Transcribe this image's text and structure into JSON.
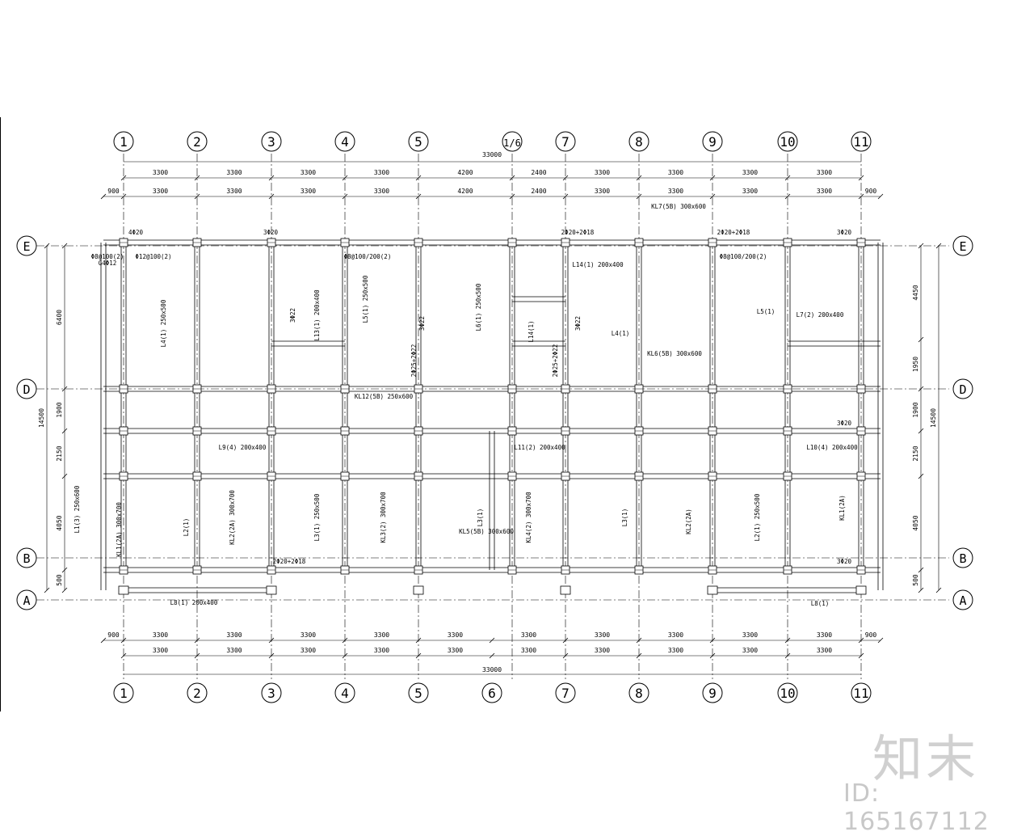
{
  "drawing": {
    "axis_top": [
      "1",
      "2",
      "3",
      "4",
      "5",
      "1/6",
      "7",
      "8",
      "9",
      "10",
      "11"
    ],
    "axis_bottom": [
      "1",
      "2",
      "3",
      "4",
      "5",
      "6",
      "7",
      "8",
      "9",
      "10",
      "11"
    ],
    "axis_rows": [
      "E",
      "D",
      "B",
      "A"
    ],
    "dims_top_outer": [
      "3300",
      "3300",
      "3300",
      "3300",
      "4200",
      "2400",
      "3300",
      "3300",
      "3300",
      "3300"
    ],
    "dims_top_inner": [
      "3300",
      "3300",
      "3300",
      "3300",
      "4200",
      "2400",
      "3300",
      "3300",
      "3300",
      "3300"
    ],
    "dims_total": "33000",
    "dims_edge": "900",
    "dims_bottom_outer": [
      "3300",
      "3300",
      "3300",
      "3300",
      "3300",
      "3300",
      "3300",
      "3300",
      "3300",
      "3300"
    ],
    "dims_bottom_inner": [
      "3300",
      "3300",
      "3300",
      "3300",
      "3300",
      "3300",
      "3300",
      "3300",
      "3300",
      "3300"
    ],
    "dims_left": [
      "6400",
      "1900",
      "2150",
      "4050",
      "500"
    ],
    "dims_right": [
      "4450",
      "1950",
      "1900",
      "2150",
      "4050",
      "500"
    ],
    "dims_height_total": "14500",
    "annotations": [
      "4Φ20",
      "3Φ20",
      "3Φ20",
      "2Φ20+2Φ18",
      "2Φ20+2Φ18",
      "3Φ20",
      "Φ12@100(2)",
      "Φ8@100/200(2)",
      "Φ8@100/200(2)",
      "G4Φ12",
      "Φ8@100(2)",
      "L4(1) 250x500",
      "L5(1) 250x500",
      "L6(1) 250x500",
      "L13(1) 200x400",
      "L14(1) 200x400",
      "L7(2) 200x400",
      "L5(1)",
      "L4(1)",
      "L14(1)",
      "KL7(5B) 300x600",
      "KL6(5B) 300x600",
      "KL12(5B) 250x600",
      "L9(4) 200x400",
      "L11(2) 200x400",
      "L10(4) 200x400",
      "KL2(2A) 300x700",
      "L3(1) 250x500",
      "KL3(2) 300x700",
      "KL4(2) 300x700",
      "KL5(5B) 300x600",
      "L3(1)",
      "L3(1)",
      "KL2(2A)",
      "L2(1) 250x500",
      "KL1(2A)",
      "L1(3) 250x600",
      "KL1(2A) 300x700",
      "L2(1)",
      "L8(1) 200x400",
      "L8(1)",
      "3Φ22",
      "3Φ22",
      "3Φ22",
      "2Φ25+2Φ22",
      "2Φ25+2Φ22",
      "2Φ20+2Φ18",
      "3Φ20"
    ]
  },
  "watermark": {
    "logo": "知末",
    "id": "ID: 165167112"
  }
}
